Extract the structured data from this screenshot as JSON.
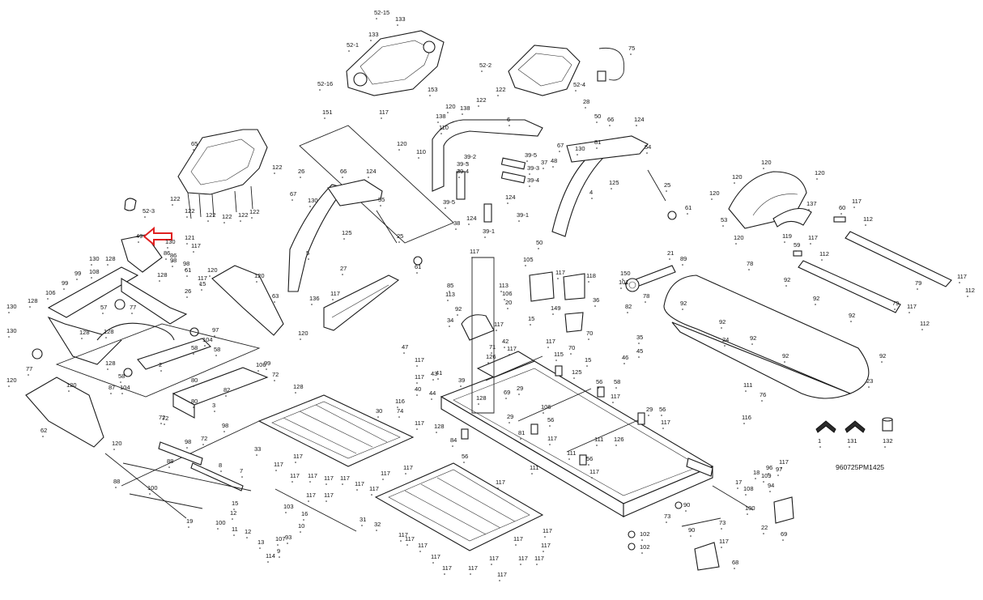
{
  "diagram": {
    "drawing_code": "960725PM1425",
    "accent_color": "#e02020",
    "labels": [
      {
        "t": "52-15"
      },
      {
        "t": "133"
      },
      {
        "t": "133"
      },
      {
        "t": "52-1"
      },
      {
        "t": "52-16"
      },
      {
        "t": "153"
      },
      {
        "t": "52-2"
      },
      {
        "t": "122"
      },
      {
        "t": "122"
      },
      {
        "t": "75"
      },
      {
        "t": "52-4"
      },
      {
        "t": "151"
      },
      {
        "t": "117"
      },
      {
        "t": "120"
      },
      {
        "t": "138"
      },
      {
        "t": "138"
      },
      {
        "t": "110"
      },
      {
        "t": "6"
      },
      {
        "t": "120"
      },
      {
        "t": "110"
      },
      {
        "t": "39-2"
      },
      {
        "t": "39-3"
      },
      {
        "t": "39-4"
      },
      {
        "t": "39-5"
      },
      {
        "t": "39-3"
      },
      {
        "t": "39-4"
      },
      {
        "t": "124"
      },
      {
        "t": "39-5"
      },
      {
        "t": "38"
      },
      {
        "t": "124"
      },
      {
        "t": "39-1"
      },
      {
        "t": "39-1"
      },
      {
        "t": "28"
      },
      {
        "t": "50"
      },
      {
        "t": "66"
      },
      {
        "t": "124"
      },
      {
        "t": "130"
      },
      {
        "t": "67"
      },
      {
        "t": "48"
      },
      {
        "t": "37"
      },
      {
        "t": "81"
      },
      {
        "t": "54"
      },
      {
        "t": "125"
      },
      {
        "t": "4"
      },
      {
        "t": "25"
      },
      {
        "t": "61"
      },
      {
        "t": "50"
      },
      {
        "t": "65"
      },
      {
        "t": "122"
      },
      {
        "t": "122"
      },
      {
        "t": "122"
      },
      {
        "t": "122"
      },
      {
        "t": "122"
      },
      {
        "t": "122"
      },
      {
        "t": "122"
      },
      {
        "t": "121"
      },
      {
        "t": "52-3"
      },
      {
        "t": "26"
      },
      {
        "t": "66"
      },
      {
        "t": "124"
      },
      {
        "t": "67"
      },
      {
        "t": "130"
      },
      {
        "t": "55"
      },
      {
        "t": "125"
      },
      {
        "t": "25"
      },
      {
        "t": "61"
      },
      {
        "t": "5"
      },
      {
        "t": "120"
      },
      {
        "t": "120"
      },
      {
        "t": "120"
      },
      {
        "t": "120"
      },
      {
        "t": "53"
      },
      {
        "t": "137"
      },
      {
        "t": "120"
      },
      {
        "t": "119"
      },
      {
        "t": "60"
      },
      {
        "t": "117"
      },
      {
        "t": "112"
      },
      {
        "t": "59"
      },
      {
        "t": "117"
      },
      {
        "t": "112"
      },
      {
        "t": "79"
      },
      {
        "t": "117"
      },
      {
        "t": "112"
      },
      {
        "t": "79"
      },
      {
        "t": "117"
      },
      {
        "t": "112"
      },
      {
        "t": "49"
      },
      {
        "t": "130"
      },
      {
        "t": "117"
      },
      {
        "t": "86"
      },
      {
        "t": "98"
      },
      {
        "t": "61"
      },
      {
        "t": "128"
      },
      {
        "t": "26"
      },
      {
        "t": "117"
      },
      {
        "t": "15"
      },
      {
        "t": "120"
      },
      {
        "t": "120"
      },
      {
        "t": "63"
      },
      {
        "t": "120"
      },
      {
        "t": "130"
      },
      {
        "t": "128"
      },
      {
        "t": "99"
      },
      {
        "t": "108"
      },
      {
        "t": "99"
      },
      {
        "t": "106"
      },
      {
        "t": "128"
      },
      {
        "t": "130"
      },
      {
        "t": "130"
      },
      {
        "t": "57"
      },
      {
        "t": "77"
      },
      {
        "t": "128"
      },
      {
        "t": "128"
      },
      {
        "t": "86"
      },
      {
        "t": "98"
      },
      {
        "t": "97"
      },
      {
        "t": "104"
      },
      {
        "t": "58"
      },
      {
        "t": "58"
      },
      {
        "t": "128"
      },
      {
        "t": "2"
      },
      {
        "t": "72"
      },
      {
        "t": "99"
      },
      {
        "t": "106"
      },
      {
        "t": "72"
      },
      {
        "t": "128"
      },
      {
        "t": "87"
      },
      {
        "t": "77"
      },
      {
        "t": "104"
      },
      {
        "t": "58"
      },
      {
        "t": "120"
      },
      {
        "t": "120"
      },
      {
        "t": "62"
      },
      {
        "t": "120"
      },
      {
        "t": "80"
      },
      {
        "t": "82"
      },
      {
        "t": "80"
      },
      {
        "t": "3"
      },
      {
        "t": "98"
      },
      {
        "t": "72"
      },
      {
        "t": "72"
      },
      {
        "t": "98"
      },
      {
        "t": "88"
      },
      {
        "t": "8"
      },
      {
        "t": "7"
      },
      {
        "t": "88"
      },
      {
        "t": "100"
      },
      {
        "t": "19"
      },
      {
        "t": "100"
      },
      {
        "t": "11"
      },
      {
        "t": "12"
      },
      {
        "t": "15"
      },
      {
        "t": "12"
      },
      {
        "t": "16"
      },
      {
        "t": "10"
      },
      {
        "t": "93"
      },
      {
        "t": "107"
      },
      {
        "t": "13"
      },
      {
        "t": "9"
      },
      {
        "t": "114"
      },
      {
        "t": "103"
      },
      {
        "t": "31"
      },
      {
        "t": "27"
      },
      {
        "t": "117"
      },
      {
        "t": "136"
      },
      {
        "t": "117"
      },
      {
        "t": "85"
      },
      {
        "t": "113"
      },
      {
        "t": "113"
      },
      {
        "t": "106"
      },
      {
        "t": "105"
      },
      {
        "t": "117"
      },
      {
        "t": "118"
      },
      {
        "t": "149"
      },
      {
        "t": "36"
      },
      {
        "t": "150"
      },
      {
        "t": "21"
      },
      {
        "t": "89"
      },
      {
        "t": "101"
      },
      {
        "t": "78"
      },
      {
        "t": "82"
      },
      {
        "t": "78"
      },
      {
        "t": "92"
      },
      {
        "t": "92"
      },
      {
        "t": "92"
      },
      {
        "t": "92"
      },
      {
        "t": "92"
      },
      {
        "t": "92"
      },
      {
        "t": "92"
      },
      {
        "t": "92"
      },
      {
        "t": "23"
      },
      {
        "t": "24"
      },
      {
        "t": "92"
      },
      {
        "t": "34"
      },
      {
        "t": "20"
      },
      {
        "t": "117"
      },
      {
        "t": "15"
      },
      {
        "t": "117"
      },
      {
        "t": "70"
      },
      {
        "t": "35"
      },
      {
        "t": "45"
      },
      {
        "t": "46"
      },
      {
        "t": "47"
      },
      {
        "t": "117"
      },
      {
        "t": "70"
      },
      {
        "t": "15"
      },
      {
        "t": "71"
      },
      {
        "t": "42"
      },
      {
        "t": "117"
      },
      {
        "t": "115"
      },
      {
        "t": "126"
      },
      {
        "t": "39"
      },
      {
        "t": "41"
      },
      {
        "t": "43"
      },
      {
        "t": "44"
      },
      {
        "t": "125"
      },
      {
        "t": "56"
      },
      {
        "t": "58"
      },
      {
        "t": "117"
      },
      {
        "t": "111"
      },
      {
        "t": "76"
      },
      {
        "t": "116"
      },
      {
        "t": "116"
      },
      {
        "t": "40"
      },
      {
        "t": "74"
      },
      {
        "t": "117"
      },
      {
        "t": "128"
      },
      {
        "t": "29"
      },
      {
        "t": "69"
      },
      {
        "t": "106"
      },
      {
        "t": "117"
      },
      {
        "t": "128"
      },
      {
        "t": "29"
      },
      {
        "t": "84"
      },
      {
        "t": "56"
      },
      {
        "t": "81"
      },
      {
        "t": "56"
      },
      {
        "t": "117"
      },
      {
        "t": "111"
      },
      {
        "t": "126"
      },
      {
        "t": "29"
      },
      {
        "t": "56"
      },
      {
        "t": "117"
      },
      {
        "t": "111"
      },
      {
        "t": "56"
      },
      {
        "t": "117"
      },
      {
        "t": "111"
      },
      {
        "t": "1"
      },
      {
        "t": "131"
      },
      {
        "t": "132"
      },
      {
        "t": "30"
      },
      {
        "t": "33"
      },
      {
        "t": "117"
      },
      {
        "t": "117"
      },
      {
        "t": "117"
      },
      {
        "t": "117"
      },
      {
        "t": "117"
      },
      {
        "t": "117"
      },
      {
        "t": "117"
      },
      {
        "t": "117"
      },
      {
        "t": "117"
      },
      {
        "t": "117"
      },
      {
        "t": "117"
      },
      {
        "t": "117"
      },
      {
        "t": "117"
      },
      {
        "t": "117"
      },
      {
        "t": "32"
      },
      {
        "t": "117"
      },
      {
        "t": "117"
      },
      {
        "t": "117"
      },
      {
        "t": "117"
      },
      {
        "t": "117"
      },
      {
        "t": "117"
      },
      {
        "t": "117"
      },
      {
        "t": "117"
      },
      {
        "t": "117"
      },
      {
        "t": "117"
      },
      {
        "t": "117"
      },
      {
        "t": "117"
      },
      {
        "t": "117"
      },
      {
        "t": "97"
      },
      {
        "t": "96"
      },
      {
        "t": "109"
      },
      {
        "t": "18"
      },
      {
        "t": "94"
      },
      {
        "t": "17"
      },
      {
        "t": "108"
      },
      {
        "t": "100"
      },
      {
        "t": "90"
      },
      {
        "t": "90"
      },
      {
        "t": "102"
      },
      {
        "t": "73"
      },
      {
        "t": "102"
      },
      {
        "t": "73"
      },
      {
        "t": "22"
      },
      {
        "t": "69"
      },
      {
        "t": "117"
      },
      {
        "t": "68"
      },
      {
        "t": "117"
      }
    ]
  }
}
